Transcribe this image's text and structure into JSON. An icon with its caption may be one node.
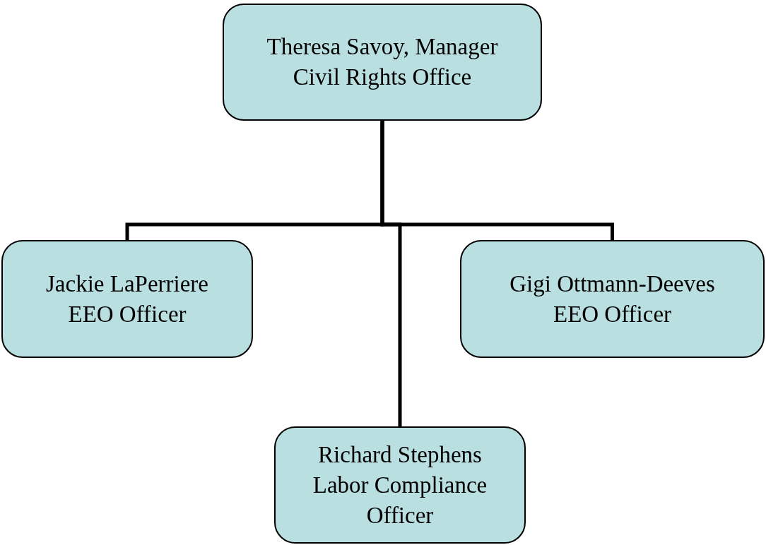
{
  "diagram": {
    "nodes": [
      {
        "text": [
          "Theresa Savoy, Manager",
          "Civil Rights Office"
        ]
      },
      {
        "text": [
          "Jackie LaPerriere",
          "EEO Officer"
        ]
      },
      {
        "text": [
          "Gigi Ottmann-Deeves",
          "EEO Officer"
        ]
      },
      {
        "text": [
          "Richard Stephens",
          "Labor Compliance Officer"
        ]
      }
    ],
    "edges": [
      {
        "from": 0,
        "to": 1,
        "arrow": "none"
      },
      {
        "from": 0,
        "to": 2,
        "arrow": "none"
      },
      {
        "from": 0,
        "to": 3,
        "arrow": "none"
      }
    ]
  }
}
